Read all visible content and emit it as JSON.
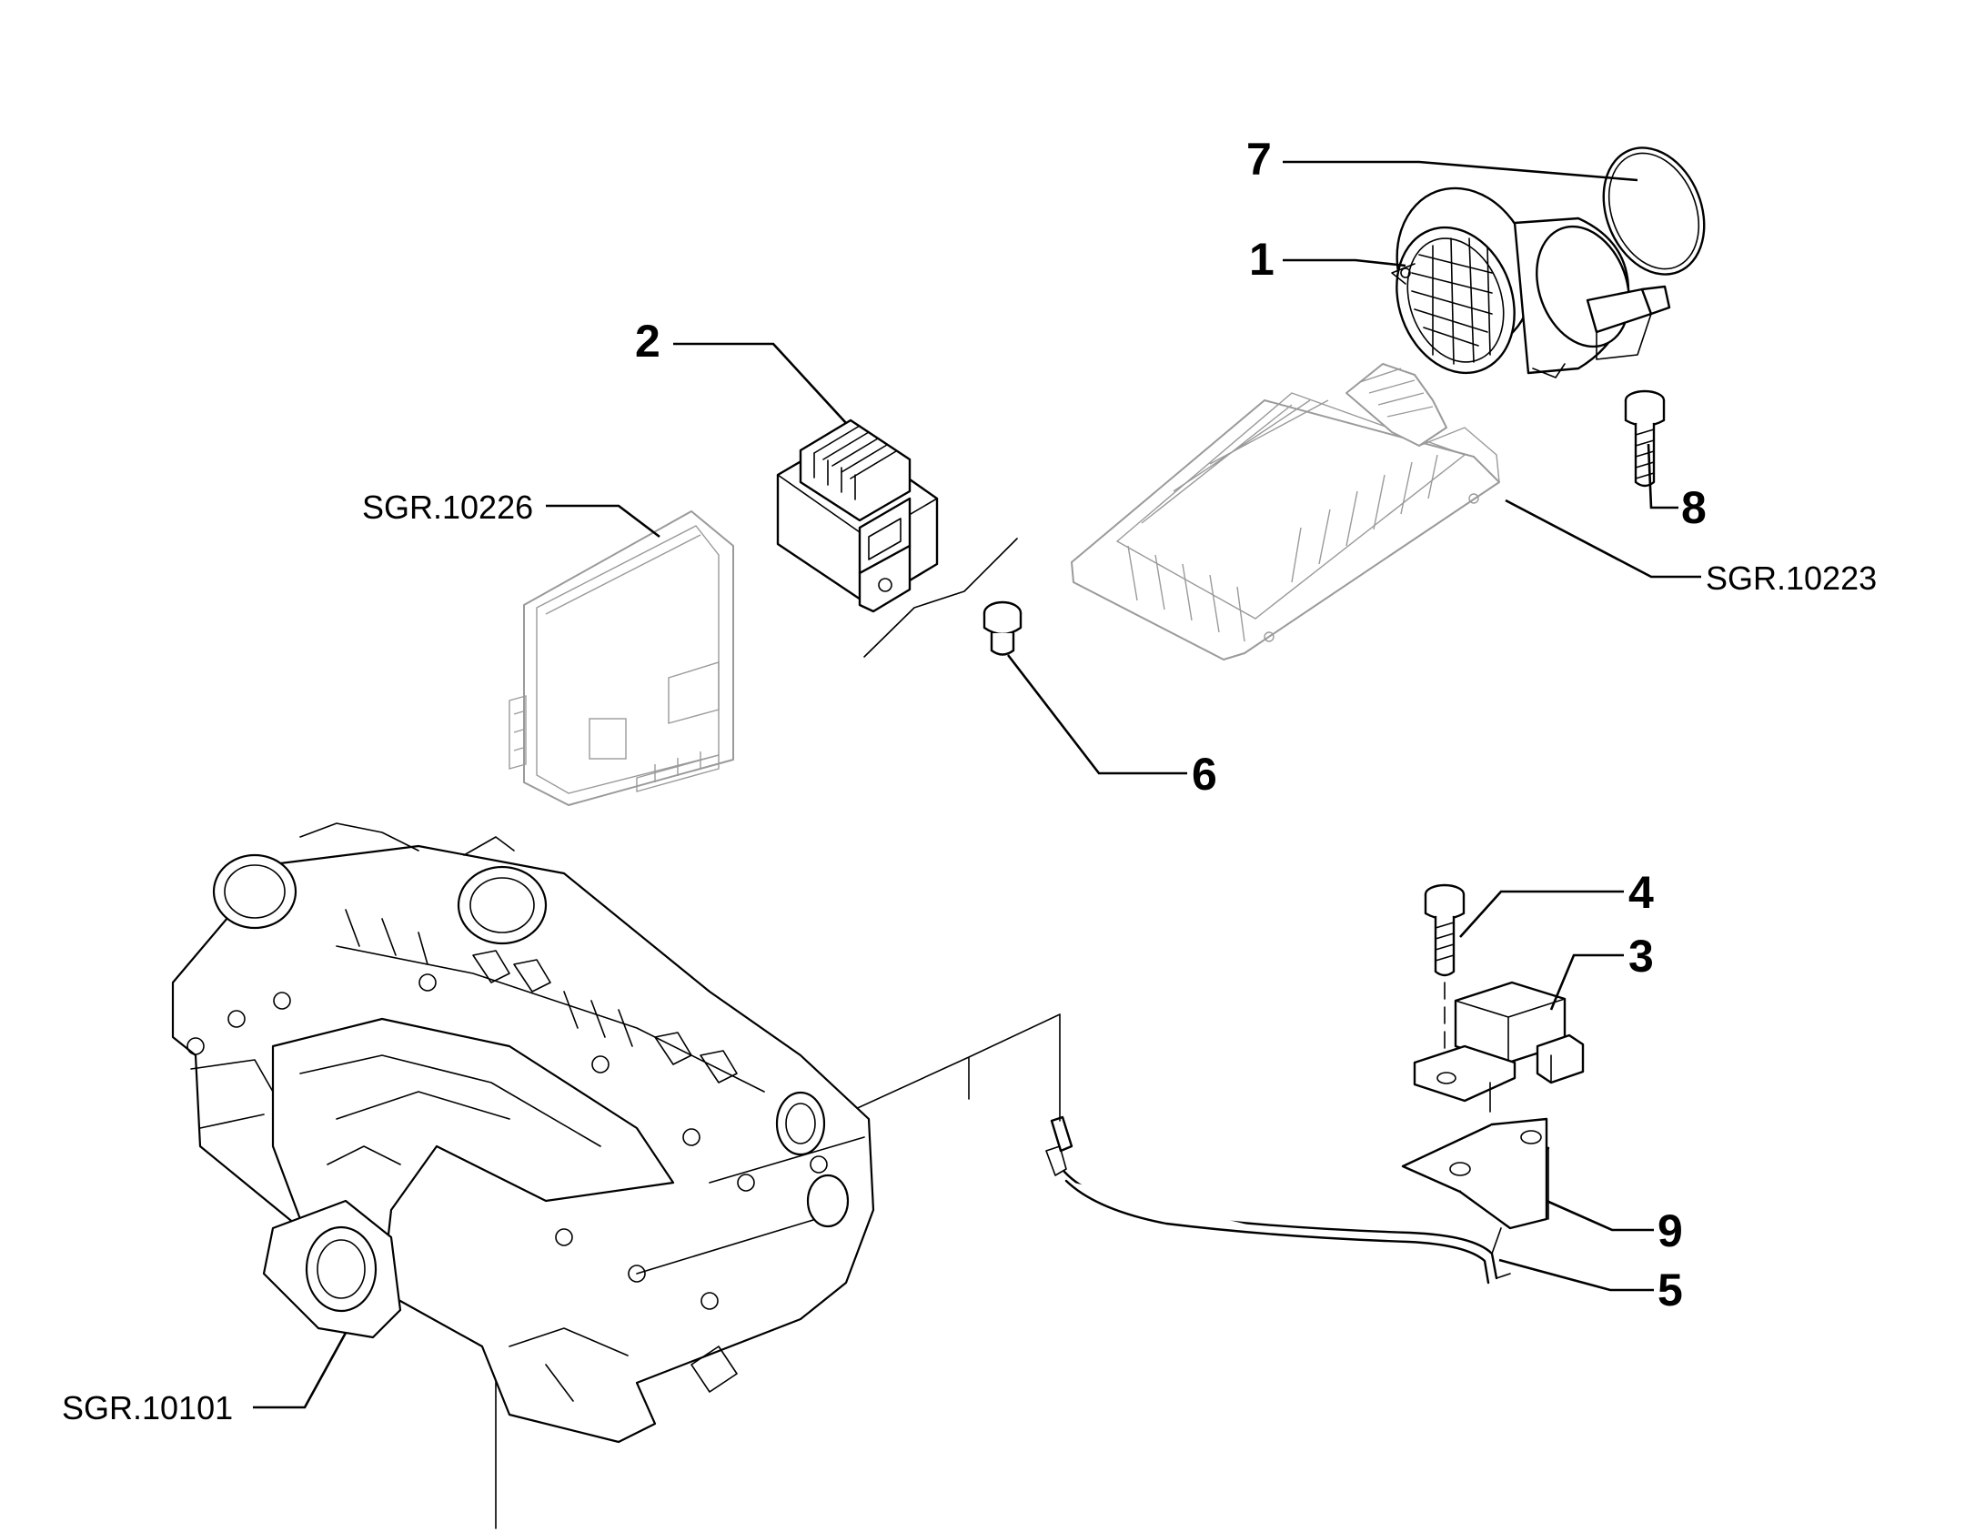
{
  "callouts": {
    "c1": "1",
    "c2": "2",
    "c3": "3",
    "c4": "4",
    "c5": "5",
    "c6": "6",
    "c7": "7",
    "c8": "8",
    "c9": "9"
  },
  "references": {
    "ecu": "SGR.10226",
    "air_filter": "SGR.10223",
    "cylinder_head": "SGR.10101"
  }
}
